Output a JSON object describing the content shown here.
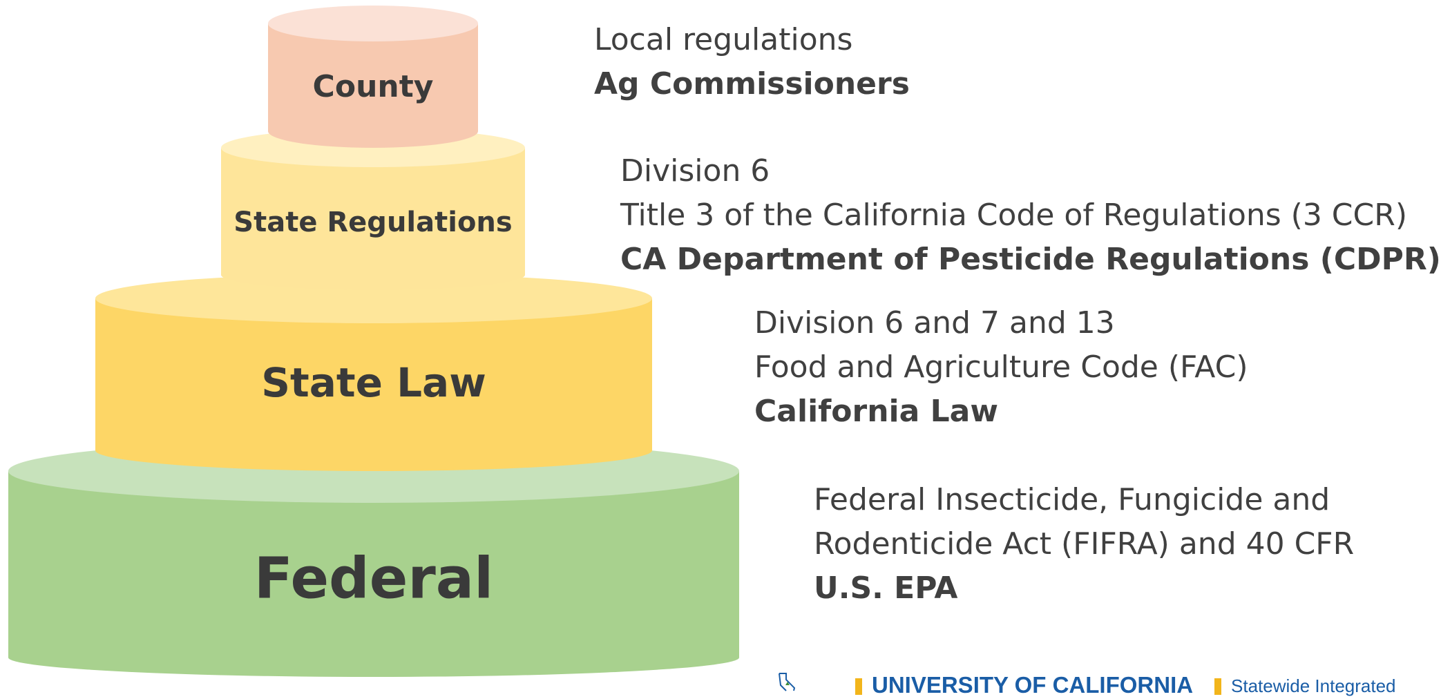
{
  "tiers": {
    "county": {
      "label": "County",
      "color_top": "#fbe1d6",
      "color_body": "#f7c9b0"
    },
    "state_regulations": {
      "label": "State Regulations",
      "color_top": "#fff0c0",
      "color_body": "#fee59a"
    },
    "state_law": {
      "label": "State Law",
      "color_top": "#fee69a",
      "color_body": "#fdd666"
    },
    "federal": {
      "label": "Federal",
      "color_top": "#c7e2bb",
      "color_body": "#a8d18e"
    }
  },
  "descriptions": {
    "county": [
      "Local regulations",
      "Ag Commissioners"
    ],
    "state_regulations": [
      "Division 6",
      "Title 3 of the California Code of Regulations (3 CCR)",
      "CA Department of Pesticide Regulations (CDPR)"
    ],
    "state_law": [
      "Division 6 and 7 and 13",
      "Food and Agriculture Code (FAC)",
      "California Law"
    ],
    "federal": [
      "Federal Insecticide, Fungicide and",
      "Rodenticide Act (FIFRA) and 40 CFR",
      "U.S. EPA"
    ]
  },
  "footer": {
    "university": "UNIVERSITY OF CALIFORNIA",
    "program": "Statewide Integrated",
    "accent_color": "#f2b51b",
    "text_color": "#1a5da6"
  }
}
